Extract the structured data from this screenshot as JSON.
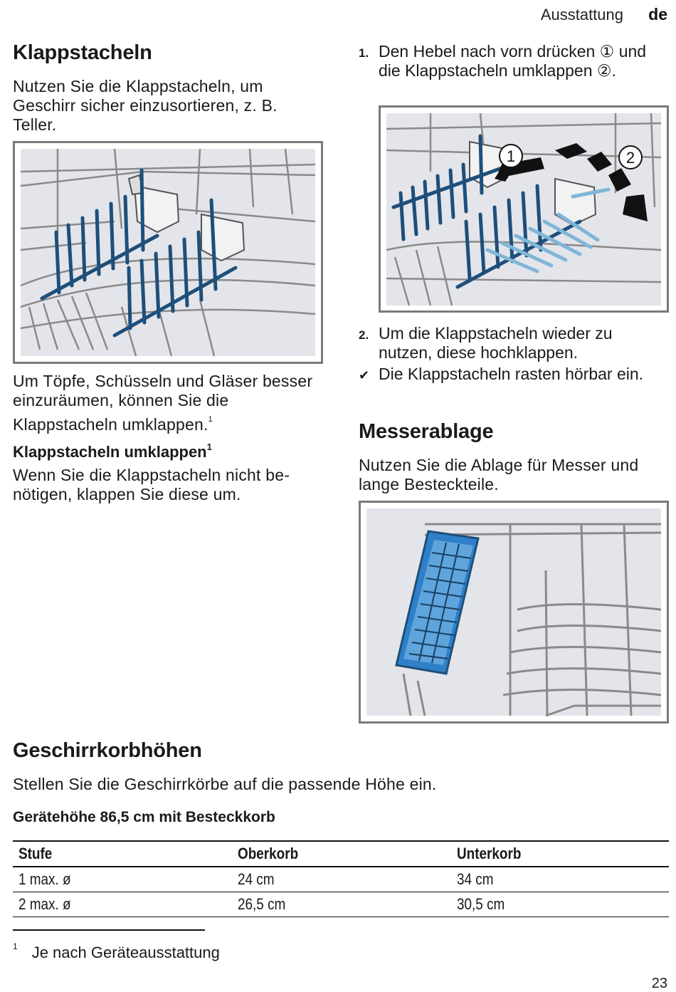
{
  "header": {
    "section": "Ausstattung",
    "lang": "de"
  },
  "left": {
    "title": "Klappstacheln",
    "intro": "Nutzen Sie die Klappstacheln, um Geschirr sicher einzusortieren, z. B. Teller.",
    "text2": "Um Töpfe, Schüsseln und Gläser besser einzuräumen, können Sie die Klappstacheln umklappen.",
    "text2_sup": "1",
    "subtitle": "Klappstacheln umklappen",
    "subtitle_sup": "1",
    "text3": "Wenn Sie die Klappstacheln nicht be-nötigen, klappen Sie diese um."
  },
  "right": {
    "step1_num": "1.",
    "step1": "Den Hebel nach vorn drücken ① und die Klappstacheln umklappen ②.",
    "fig_label1": "1",
    "fig_label2": "2",
    "step2_num": "2.",
    "step2": "Um die Klappstacheln wieder zu nutzen, diese hochklappen.",
    "result_icon": "✔",
    "result": "Die Klappstacheln rasten hörbar ein.",
    "title2": "Messerablage",
    "text4": "Nutzen Sie die Ablage für Messer und lange Besteckteile."
  },
  "bottom": {
    "title": "Geschirrkorbhöhen",
    "intro": "Stellen Sie die Geschirrkörbe auf die passende Höhe ein.",
    "table_caption": "Gerätehöhe 86,5 cm mit Besteckkorb",
    "table": {
      "headers": [
        "Stufe",
        "Oberkorb",
        "Unterkorb"
      ],
      "rows": [
        [
          "1 max. ø",
          "24 cm",
          "34 cm"
        ],
        [
          "2 max. ø",
          "26,5 cm",
          "30,5 cm"
        ]
      ]
    },
    "footnote_mark": "1",
    "footnote": "Je nach Geräteausstattung"
  },
  "page_number": "23",
  "colors": {
    "spike_blue": "#1e4f7a",
    "spike_light": "#7fb6d8",
    "bg_grey": "#e4e5ea",
    "wire": "#8a8a8a",
    "tray_blue": "#2f80c8"
  }
}
